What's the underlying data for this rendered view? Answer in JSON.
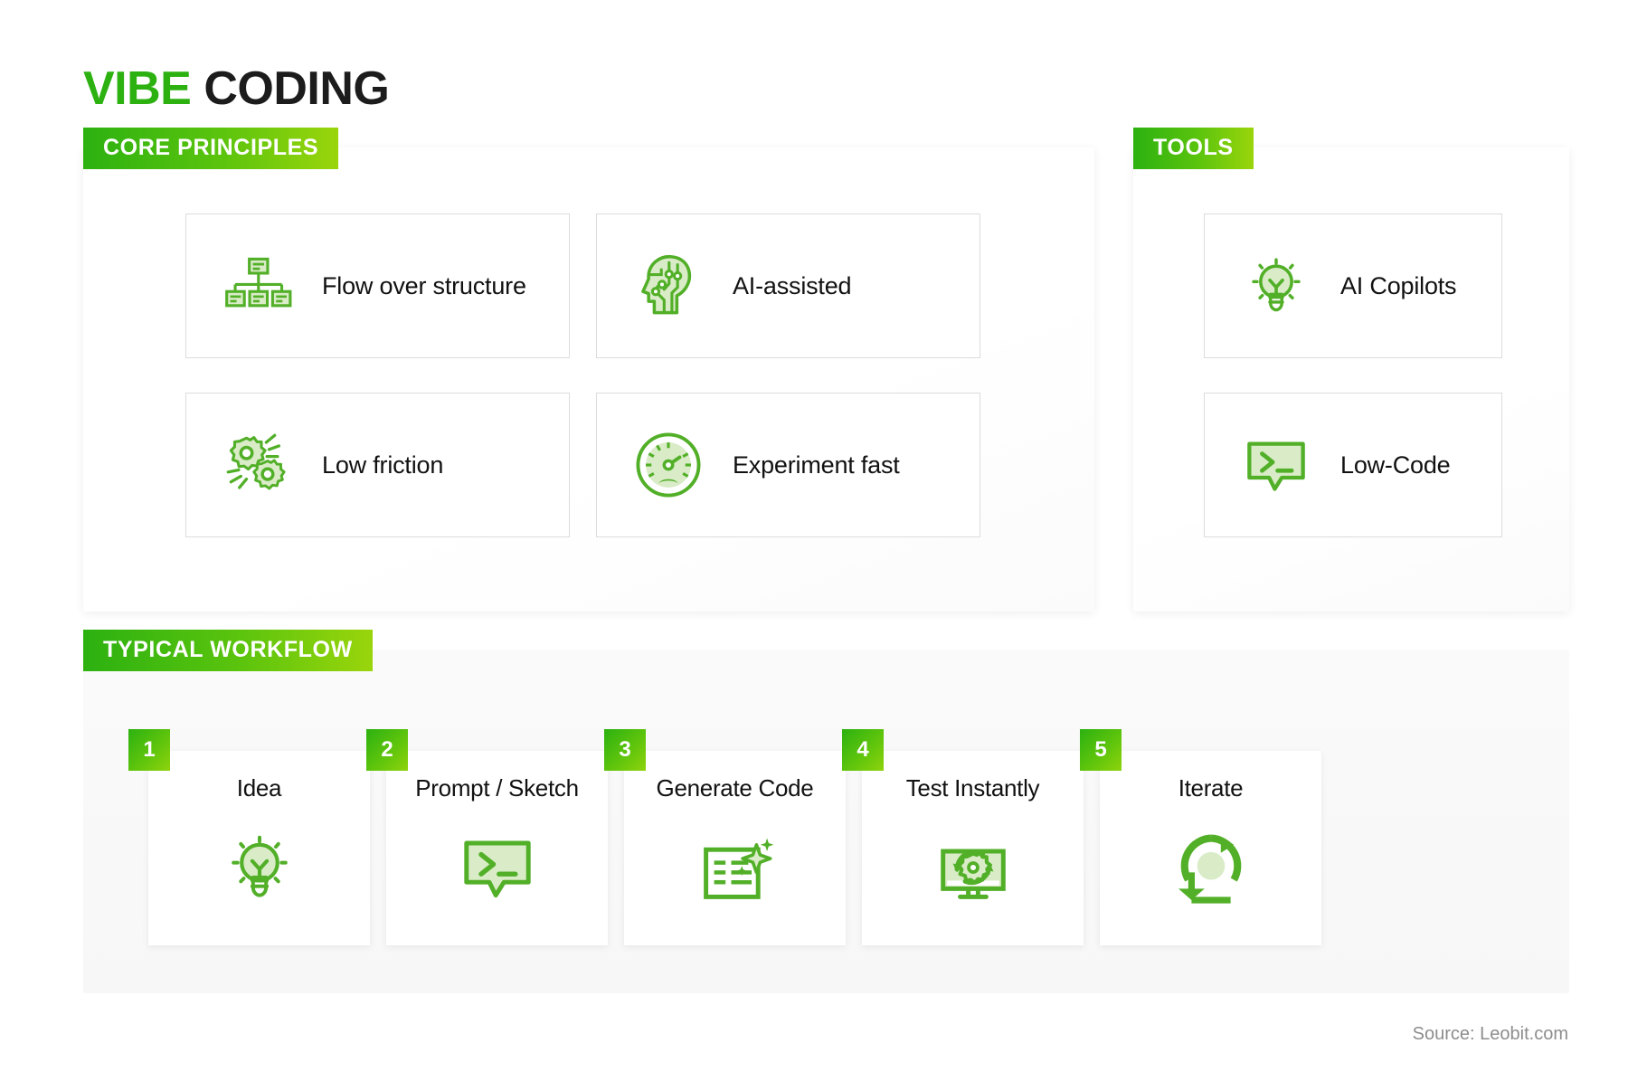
{
  "title": {
    "accent_word": "VIBE",
    "plain_word": "CODING",
    "accent_color": "#2cb111",
    "plain_color": "#1c1c1c"
  },
  "theme": {
    "green_dark": "#2cb111",
    "green_mid": "#5cc40d",
    "green_light": "#9ad50c",
    "icon_stroke": "#52af28",
    "icon_fill": "#d9ecc7",
    "card_border": "#dcdcdc",
    "panel_bg": "#f8f8f8",
    "text": "#111111",
    "source_text": "#8d8d8d"
  },
  "core_principles": {
    "badge": "CORE PRINCIPLES",
    "items": [
      {
        "label": "Flow over structure",
        "icon": "hierarchy-icon"
      },
      {
        "label": "AI-assisted",
        "icon": "ai-head-icon"
      },
      {
        "label": "Low friction",
        "icon": "gears-icon"
      },
      {
        "label": "Experiment fast",
        "icon": "speedometer-icon"
      }
    ]
  },
  "tools": {
    "badge": "TOOLS",
    "items": [
      {
        "label": "AI Copilots",
        "icon": "lightbulb-icon"
      },
      {
        "label": "Low-Code",
        "icon": "terminal-bubble-icon"
      }
    ]
  },
  "workflow": {
    "badge": "TYPICAL WORKFLOW",
    "steps": [
      {
        "number": "1",
        "label": "Idea",
        "icon": "lightbulb-icon"
      },
      {
        "number": "2",
        "label": "Prompt / Sketch",
        "icon": "terminal-bubble-icon"
      },
      {
        "number": "3",
        "label": "Generate Code",
        "icon": "document-sparkle-icon"
      },
      {
        "number": "4",
        "label": "Test Instantly",
        "icon": "monitor-gear-refresh-icon"
      },
      {
        "number": "5",
        "label": "Iterate",
        "icon": "loop-arrows-icon"
      }
    ]
  },
  "footer": {
    "source": "Source: Leobit.com"
  }
}
